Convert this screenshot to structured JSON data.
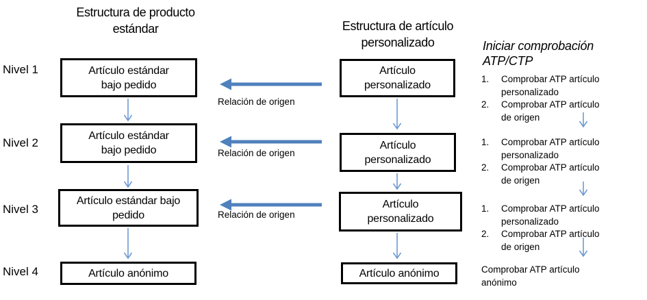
{
  "left_column": {
    "title": "Estructura de producto\nestándar",
    "levels": [
      "Nivel 1",
      "Nivel 2",
      "Nivel 3",
      "Nivel 4"
    ],
    "boxes": [
      "Artículo estándar\nbajo pedido",
      "Artículo estándar\nbajo pedido",
      "Artículo estándar bajo\npedido",
      "Artículo anónimo"
    ]
  },
  "middle_column": {
    "title": "Estructura de artículo\npersonalizado",
    "boxes": [
      "Artículo\npersonalizado",
      "Artículo\npersonalizado",
      "Artículo\npersonalizado",
      "Artículo anónimo"
    ]
  },
  "relations": [
    "Relación de origen",
    "Relación de origen",
    "Relación de origen"
  ],
  "right_column": {
    "heading": "Iniciar comprobación\nATP/CTP",
    "sections": [
      {
        "items": [
          {
            "num": "1.",
            "text": "Comprobar ATP artículo personalizado"
          },
          {
            "num": "2.",
            "text": "Comprobar ATP artículo de origen"
          }
        ]
      },
      {
        "items": [
          {
            "num": "1.",
            "text": "Comprobar ATP artículo personalizado"
          },
          {
            "num": "2.",
            "text": "Comprobar ATP artículo de origen"
          }
        ]
      },
      {
        "items": [
          {
            "num": "1.",
            "text": "Comprobar ATP artículo personalizado"
          },
          {
            "num": "2.",
            "text": "Comprobar ATP artículo de origen"
          }
        ]
      }
    ],
    "footer": "Comprobar ATP artículo anónimo"
  },
  "colors": {
    "relation_arrow": "#4f81bd",
    "flow_arrow": "#6d9ad2",
    "box_border": "#000000",
    "text": "#000000"
  }
}
